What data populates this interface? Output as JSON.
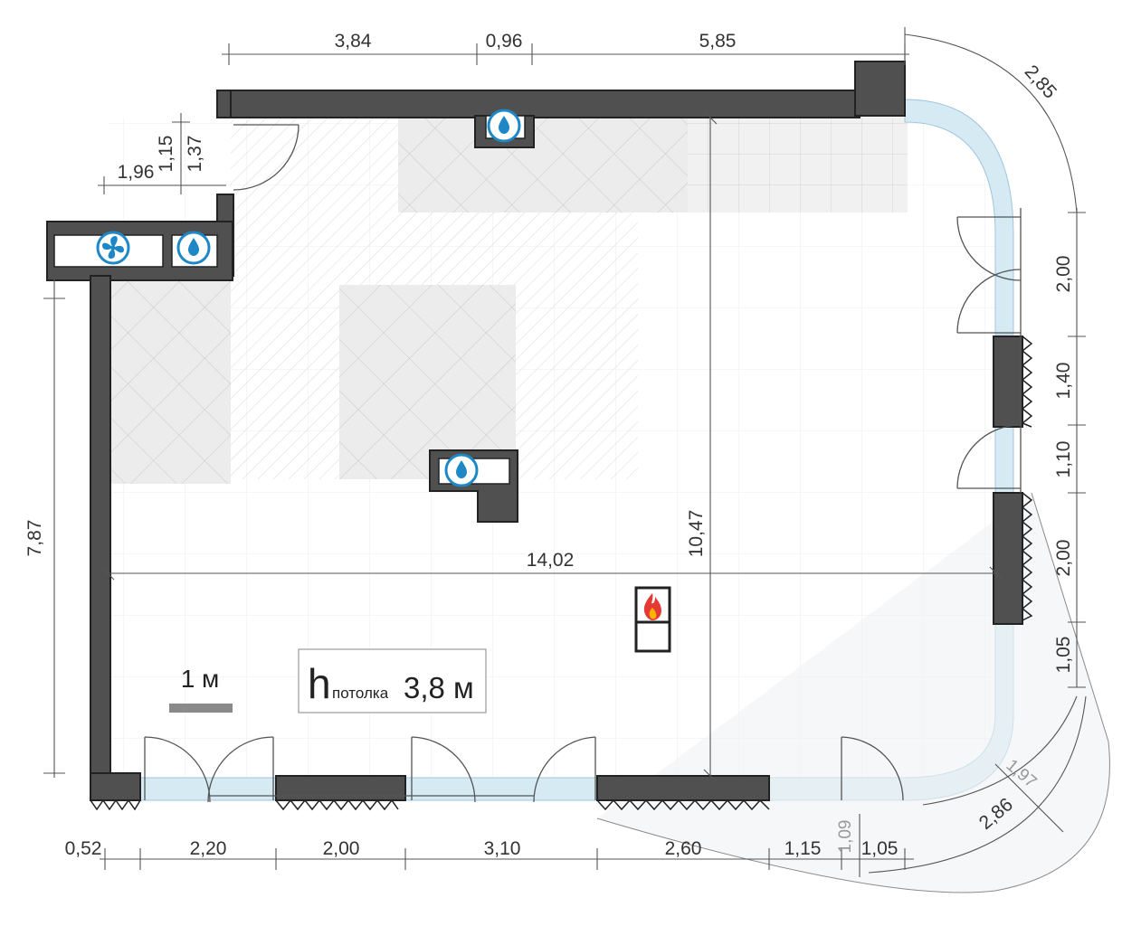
{
  "dimensions": {
    "top": [
      "3,84",
      "0,96",
      "5,85"
    ],
    "top_right_arc": "2,85",
    "upper_left": [
      "1,96",
      "1,15",
      "1,37"
    ],
    "left_height": "7,87",
    "right": [
      "2,00",
      "1,40",
      "1,10",
      "2,00",
      "1,05"
    ],
    "inner_width": "14,02",
    "inner_height": "10,47",
    "bottom": [
      "0,52",
      "2,20",
      "2,00",
      "3,10",
      "2,60",
      "1,15",
      "1,05"
    ],
    "bottom_extra": [
      "1,09",
      "1,97",
      "2,86"
    ]
  },
  "scale_bar": {
    "label": "1 м",
    "value_m": 1
  },
  "ceiling": {
    "h": "h",
    "word": "потолка",
    "value": "3,8 м"
  },
  "icons": [
    "fan-icon",
    "water-drop-icon",
    "fire-icon"
  ],
  "colors": {
    "wall": "#505050",
    "glass": "#d6eaf4",
    "tile": "#e8e8e8",
    "accent": "#1e88c7",
    "fire": "#e53935"
  }
}
